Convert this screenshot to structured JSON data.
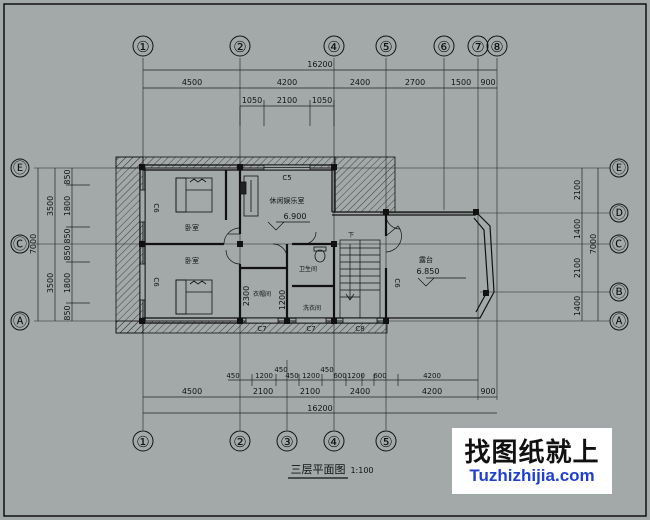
{
  "axis_top": [
    "①",
    "②",
    "④",
    "⑤",
    "⑥",
    "⑦",
    "⑧"
  ],
  "axis_bottom": [
    "①",
    "②",
    "③",
    "④",
    "⑤"
  ],
  "axis_left": [
    "Ⓔ",
    "Ⓒ",
    "Ⓐ"
  ],
  "axis_right": [
    "Ⓔ",
    "Ⓓ",
    "Ⓒ",
    "Ⓑ",
    "Ⓐ"
  ],
  "dims_top_total": "16200",
  "dims_top_row1": [
    "4500",
    "4200",
    "2400",
    "2700",
    "1500",
    "900"
  ],
  "dims_top_row2": [
    "1050",
    "2100",
    "1050"
  ],
  "dims_bottom_row1": [
    "450",
    "1200",
    "450",
    "450",
    "1200",
    "450",
    "600",
    "1200",
    "600",
    "4200"
  ],
  "dims_bottom_row2": [
    "4500",
    "2100",
    "2100",
    "2400",
    "4200",
    "900"
  ],
  "dims_bottom_total": "16200",
  "dims_left_outer": "7000",
  "dims_left_mid": [
    "3500",
    "3500"
  ],
  "dims_left_inner": [
    "850",
    "1800",
    "850",
    "850",
    "1800",
    "850"
  ],
  "dims_right_outer": "7000",
  "dims_right_inner": [
    "2100",
    "1400",
    "2100",
    "1400"
  ],
  "rooms": {
    "bedroom1": "卧室",
    "bedroom2": "卧室",
    "lounge": "休闲娱乐室",
    "bath": "卫生间",
    "laundry": "洗衣间",
    "storage": "衣帽间",
    "terrace": "露台",
    "stair_down": "下"
  },
  "dims_internal": {
    "closet_depth": "2300",
    "closet_width": "1200"
  },
  "elevations": {
    "lounge": "6.900",
    "terrace": "6.850"
  },
  "windows": {
    "c5_top": "C5",
    "c6_left1": "C6",
    "c6_left2": "C6",
    "c6_right": "C6",
    "c7_a": "C7",
    "c7_b": "C7",
    "c8": "C8"
  },
  "title": "三层平面图",
  "scale": "1:100",
  "watermark": {
    "cn": "找图纸就上",
    "en": "Tuzhizhijia.com"
  }
}
